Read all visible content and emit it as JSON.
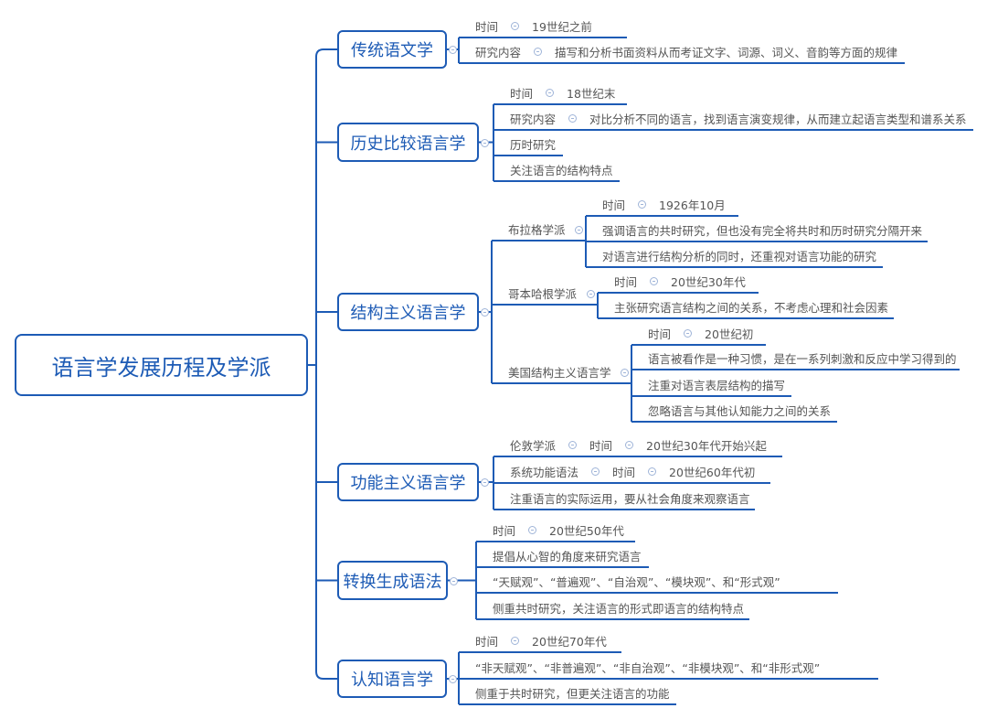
{
  "root": {
    "title": "语言学发展历程及学派"
  },
  "colors": {
    "line": "#1d5bb5",
    "text": "#555555",
    "node_text": "#1d5bb5"
  },
  "branches": [
    {
      "title": "传统语文学",
      "items": [
        {
          "parts": [
            "时间",
            "19世纪之前"
          ]
        },
        {
          "parts": [
            "研究内容",
            "描写和分析书面资料从而考证文字、词源、词义、音韵等方面的规律"
          ]
        }
      ]
    },
    {
      "title": "历史比较语言学",
      "items": [
        {
          "parts": [
            "时间",
            "18世纪末"
          ]
        },
        {
          "parts": [
            "研究内容",
            "对比分析不同的语言，找到语言演变规律，从而建立起语言类型和谱系关系"
          ]
        },
        {
          "parts": [
            "历时研究"
          ]
        },
        {
          "parts": [
            "关注语言的结构特点"
          ]
        }
      ]
    },
    {
      "title": "结构主义语言学",
      "schools": [
        {
          "name": "布拉格学派",
          "items": [
            {
              "parts": [
                "时间",
                "1926年10月"
              ]
            },
            {
              "parts": [
                "强调语言的共时研究，但也没有完全将共时和历时研究分隔开来"
              ]
            },
            {
              "parts": [
                "对语言进行结构分析的同时，还重视对语言功能的研究"
              ]
            }
          ]
        },
        {
          "name": "哥本哈根学派",
          "items": [
            {
              "parts": [
                "时间",
                "20世纪30年代"
              ]
            },
            {
              "parts": [
                "主张研究语言结构之间的关系，不考虑心理和社会因素"
              ]
            }
          ]
        },
        {
          "name": "美国结构主义语言学",
          "items": [
            {
              "parts": [
                "时间",
                "20世纪初"
              ]
            },
            {
              "parts": [
                "语言被看作是一种习惯，是在一系列刺激和反应中学习得到的"
              ]
            },
            {
              "parts": [
                "注重对语言表层结构的描写"
              ]
            },
            {
              "parts": [
                "忽略语言与其他认知能力之间的关系"
              ]
            }
          ]
        }
      ]
    },
    {
      "title": "功能主义语言学",
      "items": [
        {
          "parts": [
            "伦敦学派",
            "时间",
            "20世纪30年代开始兴起"
          ]
        },
        {
          "parts": [
            "系统功能语法",
            "时间",
            "20世纪60年代初"
          ]
        },
        {
          "parts": [
            "注重语言的实际运用，要从社会角度来观察语言"
          ]
        }
      ]
    },
    {
      "title": "转换生成语法",
      "items": [
        {
          "parts": [
            "时间",
            "20世纪50年代"
          ]
        },
        {
          "parts": [
            "提倡从心智的角度来研究语言"
          ]
        },
        {
          "parts": [
            "“天赋观”、“普遍观”、“自治观”、“模块观”、和“形式观”"
          ]
        },
        {
          "parts": [
            "侧重共时研究，关注语言的形式即语言的结构特点"
          ]
        }
      ]
    },
    {
      "title": "认知语言学",
      "items": [
        {
          "parts": [
            "时间",
            "20世纪70年代"
          ]
        },
        {
          "parts": [
            "“非天赋观”、“非普遍观”、“非自治观”、“非模块观”、和“非形式观”"
          ]
        },
        {
          "parts": [
            "侧重于共时研究，但更关注语言的功能"
          ]
        }
      ]
    }
  ]
}
